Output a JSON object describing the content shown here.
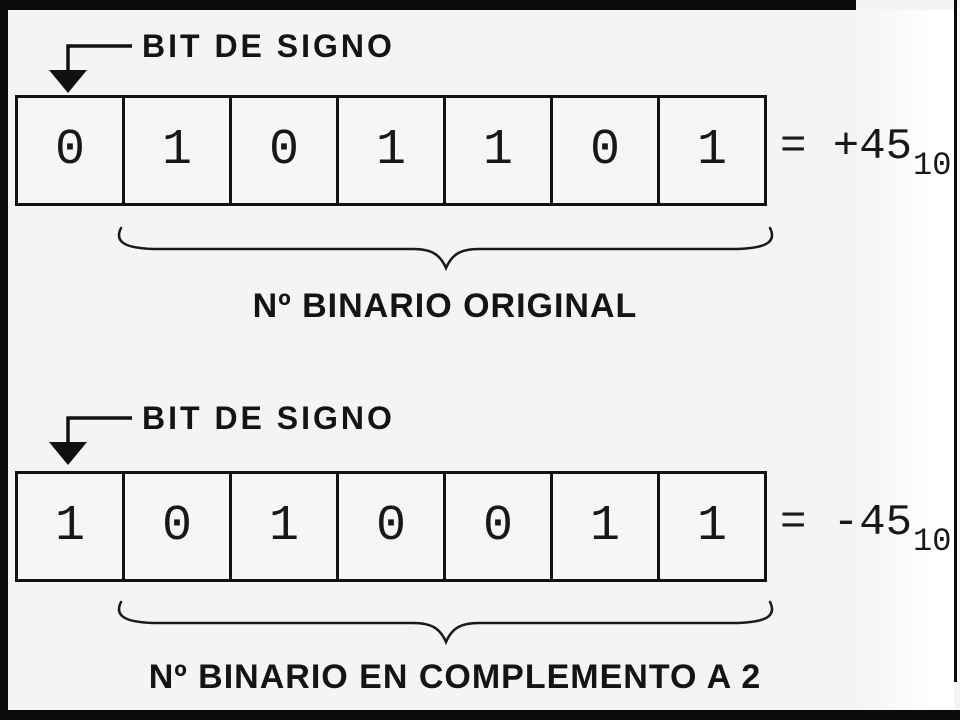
{
  "page": {
    "background_color": "#f5f4f2",
    "ink_color": "#101010",
    "border_color": "#0b0b0b"
  },
  "diagrams": [
    {
      "sign_label": "BIT DE SIGNO",
      "bits": [
        "0",
        "1",
        "0",
        "1",
        "1",
        "0",
        "1"
      ],
      "result": {
        "prefix": "= +45",
        "base": "10"
      },
      "caption": "Nº BINARIO ORIGINAL"
    },
    {
      "sign_label": "BIT DE SIGNO",
      "bits": [
        "1",
        "0",
        "1",
        "0",
        "0",
        "1",
        "1"
      ],
      "result": {
        "prefix": "= -45",
        "base": "10"
      },
      "caption": "Nº BINARIO EN COMPLEMENTO A 2"
    }
  ]
}
